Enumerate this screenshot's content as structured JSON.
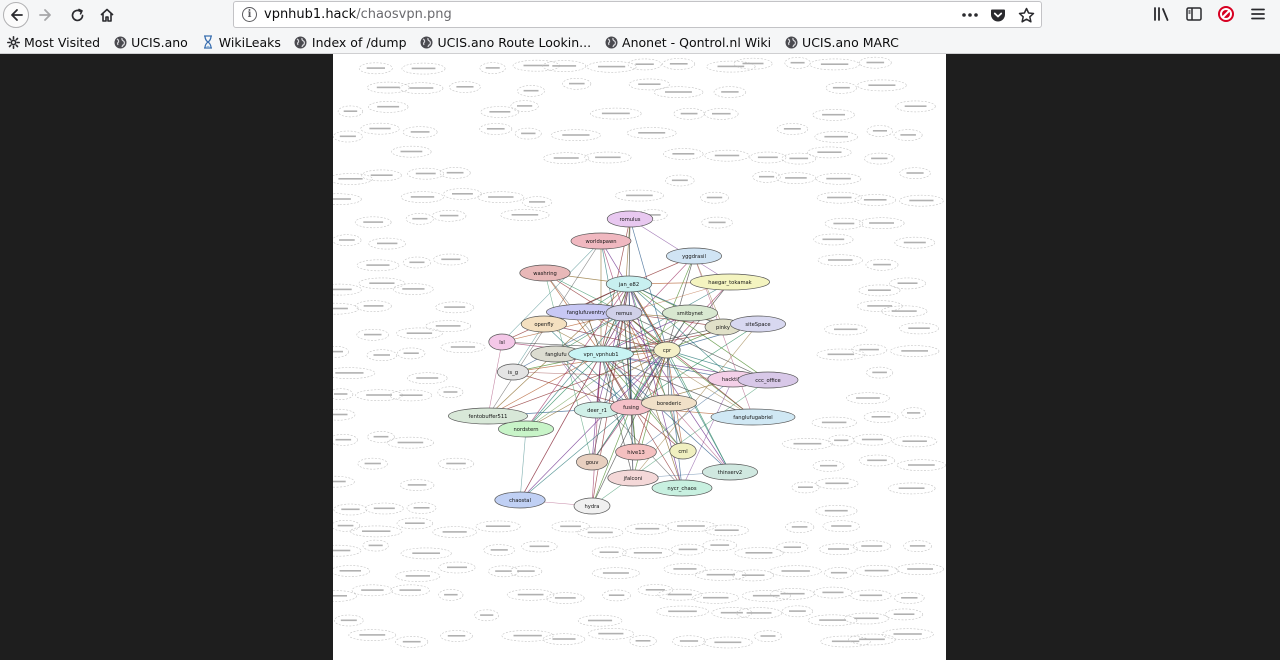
{
  "browser": {
    "url_host": "vpnhub1.hack",
    "url_path": "/chaosvpn.png",
    "bookmarks": [
      {
        "label": "Most Visited",
        "icon": "gear-icon"
      },
      {
        "label": "UCIS.ano",
        "icon": "globe-icon"
      },
      {
        "label": "WikiLeaks",
        "icon": "hourglass-icon"
      },
      {
        "label": "Index of /dump",
        "icon": "globe-icon"
      },
      {
        "label": "UCIS.ano Route Lookin...",
        "icon": "globe-icon"
      },
      {
        "label": "Anonet - Qontrol.nl Wiki",
        "icon": "globe-icon"
      },
      {
        "label": "UCIS.ano MARC",
        "icon": "globe-icon"
      }
    ]
  },
  "graph": {
    "nodes": [
      {
        "label": "romulus",
        "color": "#e8c8f0"
      },
      {
        "label": "worldspawn",
        "color": "#f0b8c0"
      },
      {
        "label": "yggdrasil",
        "color": "#d0e4f4"
      },
      {
        "label": "washring",
        "color": "#e8b8b8"
      },
      {
        "label": "jan_e82",
        "color": "#c8f0f0"
      },
      {
        "label": "haegar_tokamak",
        "color": "#f4f4c0"
      },
      {
        "label": "fanglufuventry",
        "color": "#c8c8f4"
      },
      {
        "label": "remus",
        "color": "#d0d0e8"
      },
      {
        "label": "smitbynet",
        "color": "#d8e8d0"
      },
      {
        "label": "pinky",
        "color": "#e0e0c8"
      },
      {
        "label": "siteSpace",
        "color": "#d8d8f0"
      },
      {
        "label": "openfly",
        "color": "#f4e0c0"
      },
      {
        "label": "lsl",
        "color": "#f4c8e8"
      },
      {
        "label": "fanglufu",
        "color": "#dcdcd0"
      },
      {
        "label": "vpn_vpnhub1",
        "color": "#c8f4f4"
      },
      {
        "label": "cpr",
        "color": "#f4f0c8"
      },
      {
        "label": "is_g",
        "color": "#e4e4e4"
      },
      {
        "label": "hacktibo",
        "color": "#f4d0e8"
      },
      {
        "label": "ccc_office",
        "color": "#d8c8e8"
      },
      {
        "label": "fanglufugabriel",
        "color": "#d0e8f4"
      },
      {
        "label": "deer_r1",
        "color": "#d0f0e8"
      },
      {
        "label": "fusing",
        "color": "#f4c0c8"
      },
      {
        "label": "borederic",
        "color": "#f0e0c8"
      },
      {
        "label": "fentobuffer511",
        "color": "#d8e8d8"
      },
      {
        "label": "nordstern",
        "color": "#c8f4c8"
      },
      {
        "label": "hive13",
        "color": "#f4c0c0"
      },
      {
        "label": "cml",
        "color": "#f0f0c0"
      },
      {
        "label": "thinserv2",
        "color": "#d0e8e0"
      },
      {
        "label": "gouv",
        "color": "#e8d0c0"
      },
      {
        "label": "jfalconi",
        "color": "#f4d8d8"
      },
      {
        "label": "nycr_chaos",
        "color": "#c8f0e0"
      },
      {
        "label": "chaostal",
        "color": "#c0d0f4"
      },
      {
        "label": "hydra",
        "color": "#f0f0f0"
      }
    ]
  }
}
